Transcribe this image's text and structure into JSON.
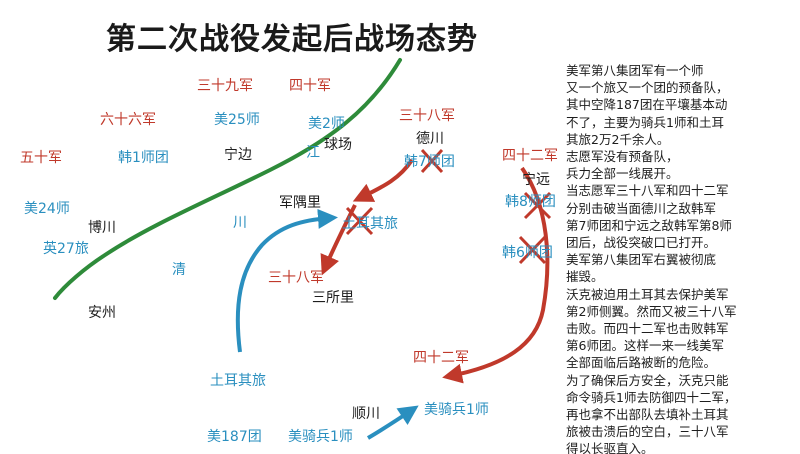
{
  "title": "第二次战役发起后战场态势",
  "labels": {
    "l39": "三十九军",
    "l40": "四十军",
    "l66": "六十六军",
    "mei25": "美25师",
    "mei2": "美2师",
    "l38top": "三十八军",
    "deokcheon": "德川",
    "han7": "韩7师团",
    "l50": "五十军",
    "han1": "韩1师团",
    "ningbian": "宁边",
    "jiang": "江",
    "qiuchang": "球场",
    "l42top": "四十二军",
    "ningyuan": "宁远",
    "han8": "韩8师团",
    "mei24": "美24师",
    "junyuli": "军隅里",
    "turkbrig": "土耳其旅",
    "bochuan": "博川",
    "chuan": "川",
    "ying27": "英27旅",
    "han6": "韩6师团",
    "qing": "清",
    "l38mid": "三十八军",
    "sansuoli": "三所里",
    "anzhou": "安州",
    "l42bot": "四十二军",
    "turkbrig2": "土耳其旅",
    "shunchuan": "顺川",
    "meicav1a": "美骑兵1师",
    "mei187": "美187团",
    "meicav1b": "美骑兵1师"
  },
  "colors": {
    "red": "#c0392b",
    "blue": "#2a8fbf",
    "river": "#2e8b3a",
    "cross": "#c0392b"
  },
  "description": [
    "美军第八集团军有一个师",
    "又一个旅又一个团的预备队，",
    "其中空降187团在平壤基本动",
    "不了，主要为骑兵1师和土耳",
    "其旅2万2千余人。",
    "志愿军没有预备队，",
    "兵力全部一线展开。",
    "当志愿军三十八军和四十二军",
    "分别击破当面德川之敌韩军",
    "第7师团和宁远之敌韩军第8师",
    "团后，战役突破口已打开。",
    "美军第八集团军右翼被彻底",
    "摧毁。",
    "沃克被迫用土耳其去保护美军",
    "第2师侧翼。然而又被三十八军",
    "击败。而四十二军也击败韩军",
    "第6师团。这样一来一线美军",
    "全部面临后路被断的危险。",
    "为了确保后方安全，沃克只能",
    "命令骑兵1师去防御四十二军，",
    "再也拿不出部队去填补土耳其",
    "旅被击溃后的空白，三十八军",
    "得以长驱直入。"
  ]
}
